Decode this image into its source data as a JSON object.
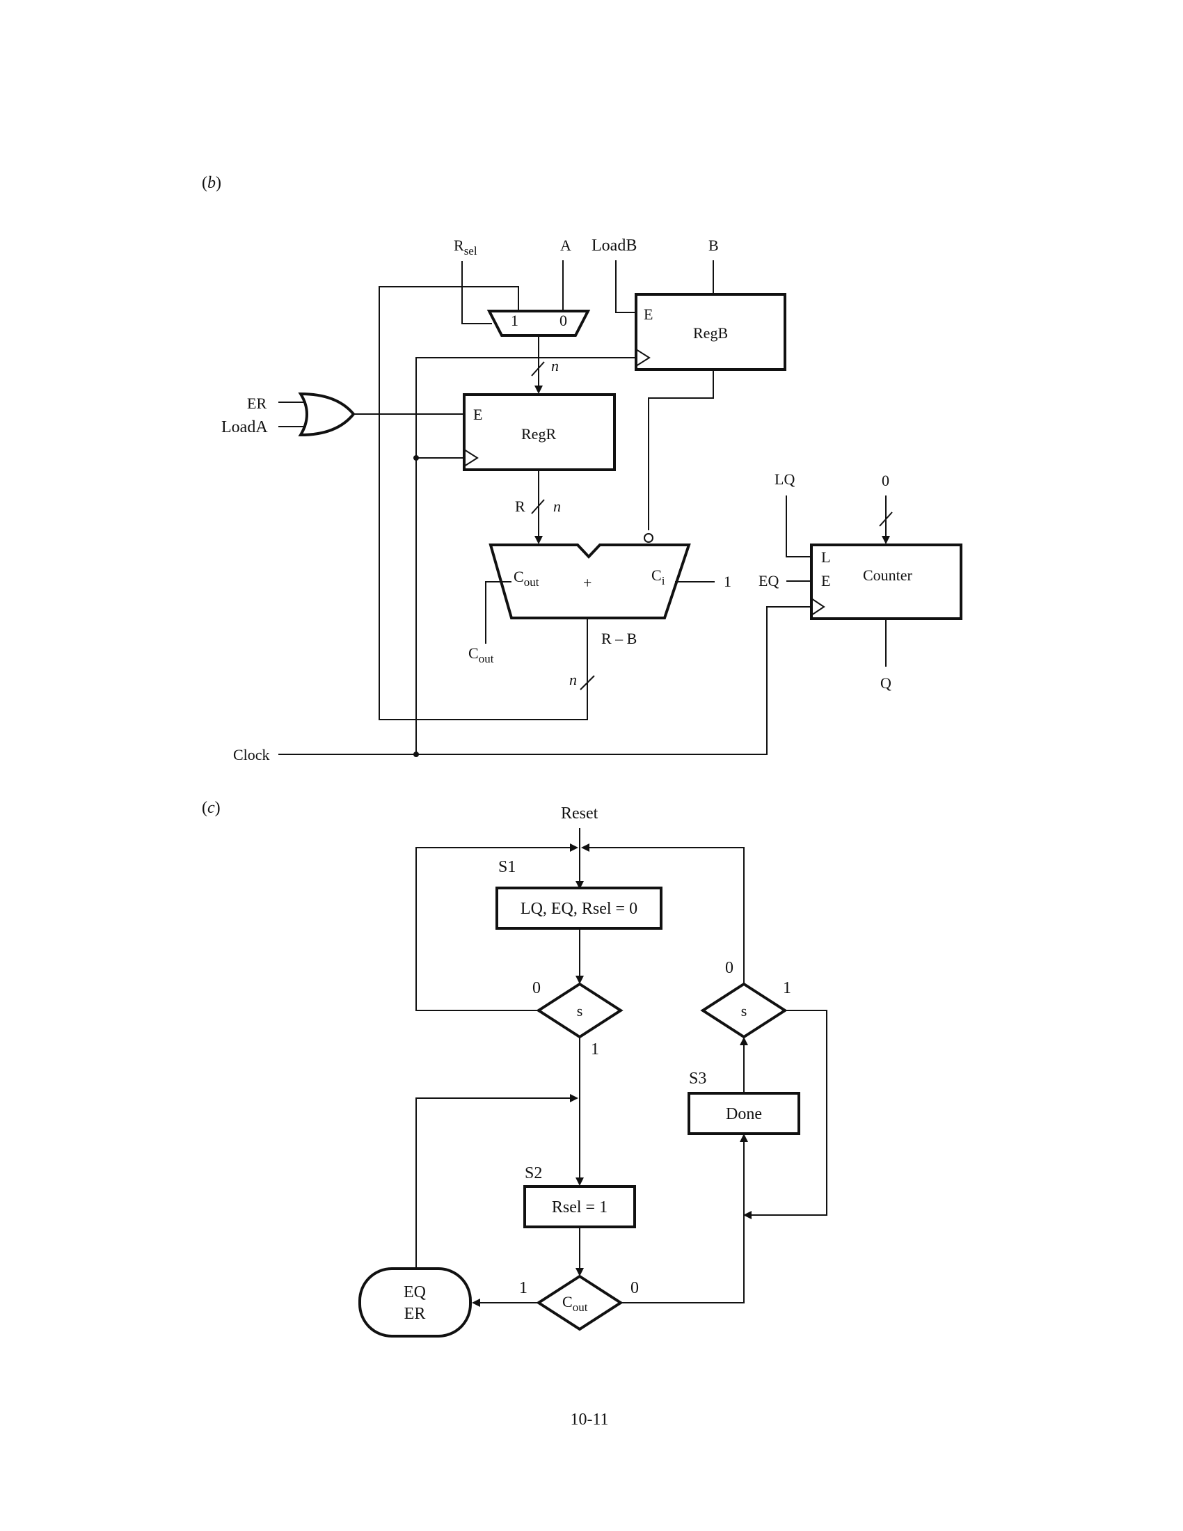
{
  "part_b": {
    "label_open": "(",
    "label_letter": "b",
    "label_close": ")",
    "inputs": {
      "rsel": "R",
      "rsel_sub": "sel",
      "a": "A",
      "loadb": "LoadB",
      "b": "B",
      "er": "ER",
      "loada": "LoadA",
      "clock": "Clock",
      "lq": "LQ",
      "zero": "0",
      "eq": "EQ",
      "one": "1"
    },
    "mux": {
      "in1": "1",
      "in0": "0"
    },
    "regb": {
      "name": "RegB",
      "enable": "E"
    },
    "regr": {
      "name": "RegR",
      "enable": "E"
    },
    "adder": {
      "cout": "C",
      "cout_sub": "out",
      "cin": "C",
      "cin_sub": "i",
      "op": "+",
      "out_label": "R – B",
      "cout_wire": "C",
      "cout_wire_sub": "out"
    },
    "counter": {
      "name": "Counter",
      "load": "L",
      "enable": "E",
      "out": "Q"
    },
    "bus_labels": {
      "n1": "n",
      "r": "R",
      "n2": "n",
      "n3": "n"
    }
  },
  "part_c": {
    "label_open": "(",
    "label_letter": "c",
    "label_close": ")",
    "reset": "Reset",
    "s1": {
      "name": "S1",
      "text": "LQ, EQ, Rsel = 0"
    },
    "dec1": {
      "text": "s",
      "zero": "0",
      "one": "1"
    },
    "dec2": {
      "text": "s",
      "zero": "0",
      "one": "1"
    },
    "s3": {
      "name": "S3",
      "text": "Done"
    },
    "s2": {
      "name": "S2",
      "text": "Rsel  =  1"
    },
    "dec3": {
      "text": "C",
      "text_sub": "out",
      "one": "1",
      "zero": "0"
    },
    "cond": {
      "line1": "EQ",
      "line2": "ER"
    }
  },
  "page_number": "10-11"
}
